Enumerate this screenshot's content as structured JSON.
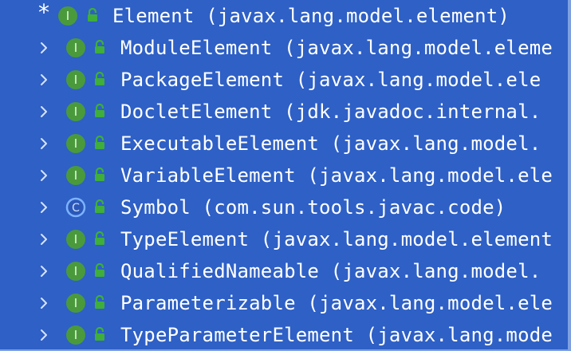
{
  "tree": {
    "root": {
      "marker": "*",
      "kind": "interface",
      "badge_letter": "I",
      "label": "Element (javax.lang.model.element)"
    },
    "items": [
      {
        "kind": "interface",
        "badge_letter": "I",
        "label": "ModuleElement (javax.lang.model.eleme"
      },
      {
        "kind": "interface",
        "badge_letter": "I",
        "label": "PackageElement (javax.lang.model.ele"
      },
      {
        "kind": "interface",
        "badge_letter": "I",
        "label": "DocletElement (jdk.javadoc.internal."
      },
      {
        "kind": "interface",
        "badge_letter": "I",
        "label": "ExecutableElement (javax.lang.model."
      },
      {
        "kind": "interface",
        "badge_letter": "I",
        "label": "VariableElement (javax.lang.model.ele"
      },
      {
        "kind": "class",
        "badge_letter": "C",
        "label": "Symbol (com.sun.tools.javac.code)"
      },
      {
        "kind": "interface",
        "badge_letter": "I",
        "label": "TypeElement (javax.lang.model.element"
      },
      {
        "kind": "interface",
        "badge_letter": "I",
        "label": "QualifiedNameable (javax.lang.model."
      },
      {
        "kind": "interface",
        "badge_letter": "I",
        "label": "Parameterizable (javax.lang.model.ele"
      },
      {
        "kind": "interface",
        "badge_letter": "I",
        "label": "TypeParameterElement (javax.lang.mode"
      }
    ]
  },
  "colors": {
    "background": "#2e60c6",
    "interface_badge": "#4a9a3c",
    "class_badge_ring": "#7db3ff",
    "lock": "#3fae3a",
    "text": "#ffffff",
    "chevron": "#d7e3fa"
  },
  "icons": {
    "expand": "chevron-right-icon",
    "interface": "interface-icon",
    "class": "class-icon",
    "visibility": "lock-icon"
  }
}
